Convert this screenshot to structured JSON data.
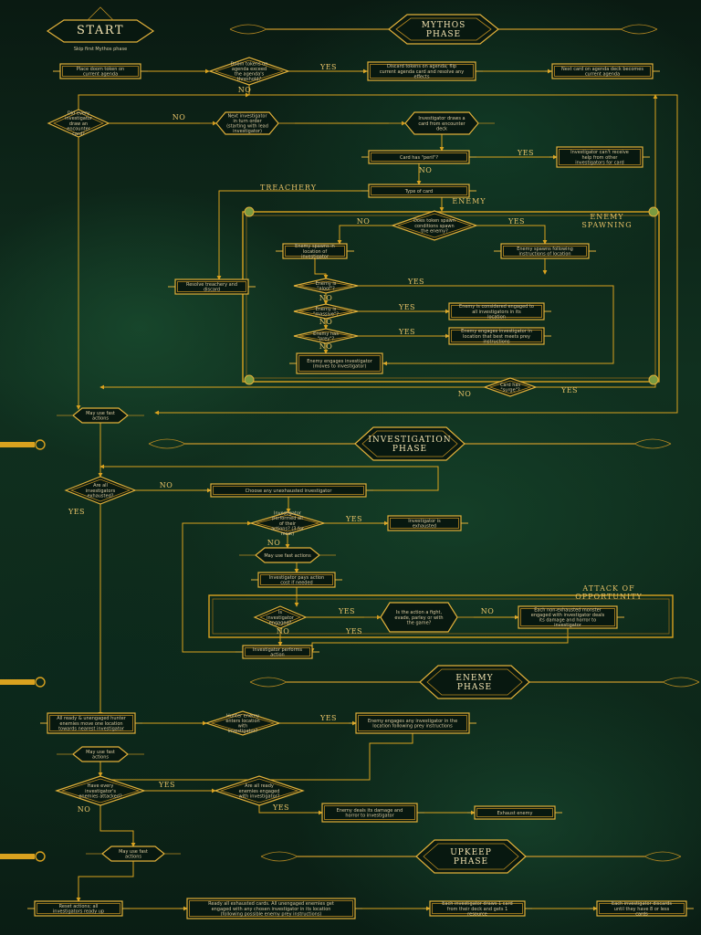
{
  "start": {
    "title": "START",
    "subtitle": "Skip first Mythos phase"
  },
  "phases": {
    "mythos": "MYTHOS PHASE",
    "investigation": "INVESTIGATION PHASE",
    "enemy": "ENEMY PHASE",
    "upkeep": "UPKEEP PHASE"
  },
  "section_labels": {
    "treachery": "TREACHERY",
    "enemy": "ENEMY",
    "enemy_spawning": "ENEMY SPAWNING",
    "attack_of_opportunity": "ATTACK OF OPPORTUNITY"
  },
  "edge_labels": {
    "yes": "YES",
    "no": "NO"
  },
  "colors": {
    "gold": "#e0b03a",
    "background": "#0d2118"
  },
  "nodes": {
    "place_doom": "Place doom token on current agenda",
    "doom_check": "Doom tokens on agenda exceed the agenda's threshold?",
    "discard_doom": "Discard tokens on agenda; flip current agenda card and resolve any effects",
    "next_agenda": "Next card on agenda deck becomes current agenda",
    "every_drawn": "Did every investigator draw an encounter card?",
    "next_investigator": "Next investigator in turn order (starting with lead investigator)",
    "draws_card": "Investigator draws a card from encounter deck",
    "card_peril": "Card has \"peril\"?",
    "peril_note": "Investigator can't receive help from other investigators for card",
    "type_of_card": "Type of card",
    "spawn_conditions": "Does token spawn conditions spawn the enemy?",
    "spawn_location": "Enemy spawns in location of investigator",
    "spawn_follow": "Enemy spawns following instructions of location",
    "resolve_treachery": "Resolve treachery and discard",
    "enemy_aloof": "Enemy is \"aloof\"?",
    "enemy_massive": "Enemy is \"massive\"?",
    "enemy_prey": "Enemy has \"prey\"?",
    "massive_engaged": "Enemy is considered engaged to all investigators in its location",
    "prey_engages": "Enemy engages investigator in location that best meets prey instructions",
    "enemy_engages": "Enemy engages investigator (moves to investigator)",
    "card_surge": "Card has \"surge\"?",
    "may_use_fast_1": "May use fast actions",
    "all_actions": "Are all investigators exhausted?",
    "choose_investigator": "Choose any unexhausted investigator",
    "investigator_performed": "Investigator performed all of their actions? (3 for most)",
    "investigator_exhausted": "Investigator is exhausted",
    "may_use_fast_2": "May use fast actions",
    "pays_cost": "Investigator pays action cost if needed",
    "investigator_engaged": "Is investigator engaged?",
    "action_check": "Is the action a fight, evade, parley or with the game?",
    "aoo_attack": "Each non-exhausted monster engaged with investigator deals its damage and horror to investigator",
    "performs_action": "Investigator performs action",
    "hunters_move": "All ready & unengaged hunter enemies move one location towards nearest investigator",
    "hunter_enemy": "Hunter enemy enters location with investigator?",
    "enemy_engage_any": "Enemy engages any investigator in the location following prey instructions",
    "may_use_fast_3": "May use fast actions",
    "every_investigator": "Have every investigator's enemies attacked?",
    "all_ready_engaged": "Are all ready enemies engaged with investigator?",
    "enemy_deals": "Enemy deals its damage and horror to investigator",
    "exhaust_enemy": "Exhaust enemy",
    "may_use_fast_4": "May use fast actions",
    "reset_actions": "Reset actions; all investigators ready up",
    "ready_cards": "Ready all exhausted cards. All unengaged enemies get engaged with any chosen investigator in its location (following possible enemy prey instructions)",
    "draw_card": "Each investigator draws 1 card from their deck and gets 1 resource",
    "discard_hand": "Each investigator discards until they have 8 or less cards"
  }
}
